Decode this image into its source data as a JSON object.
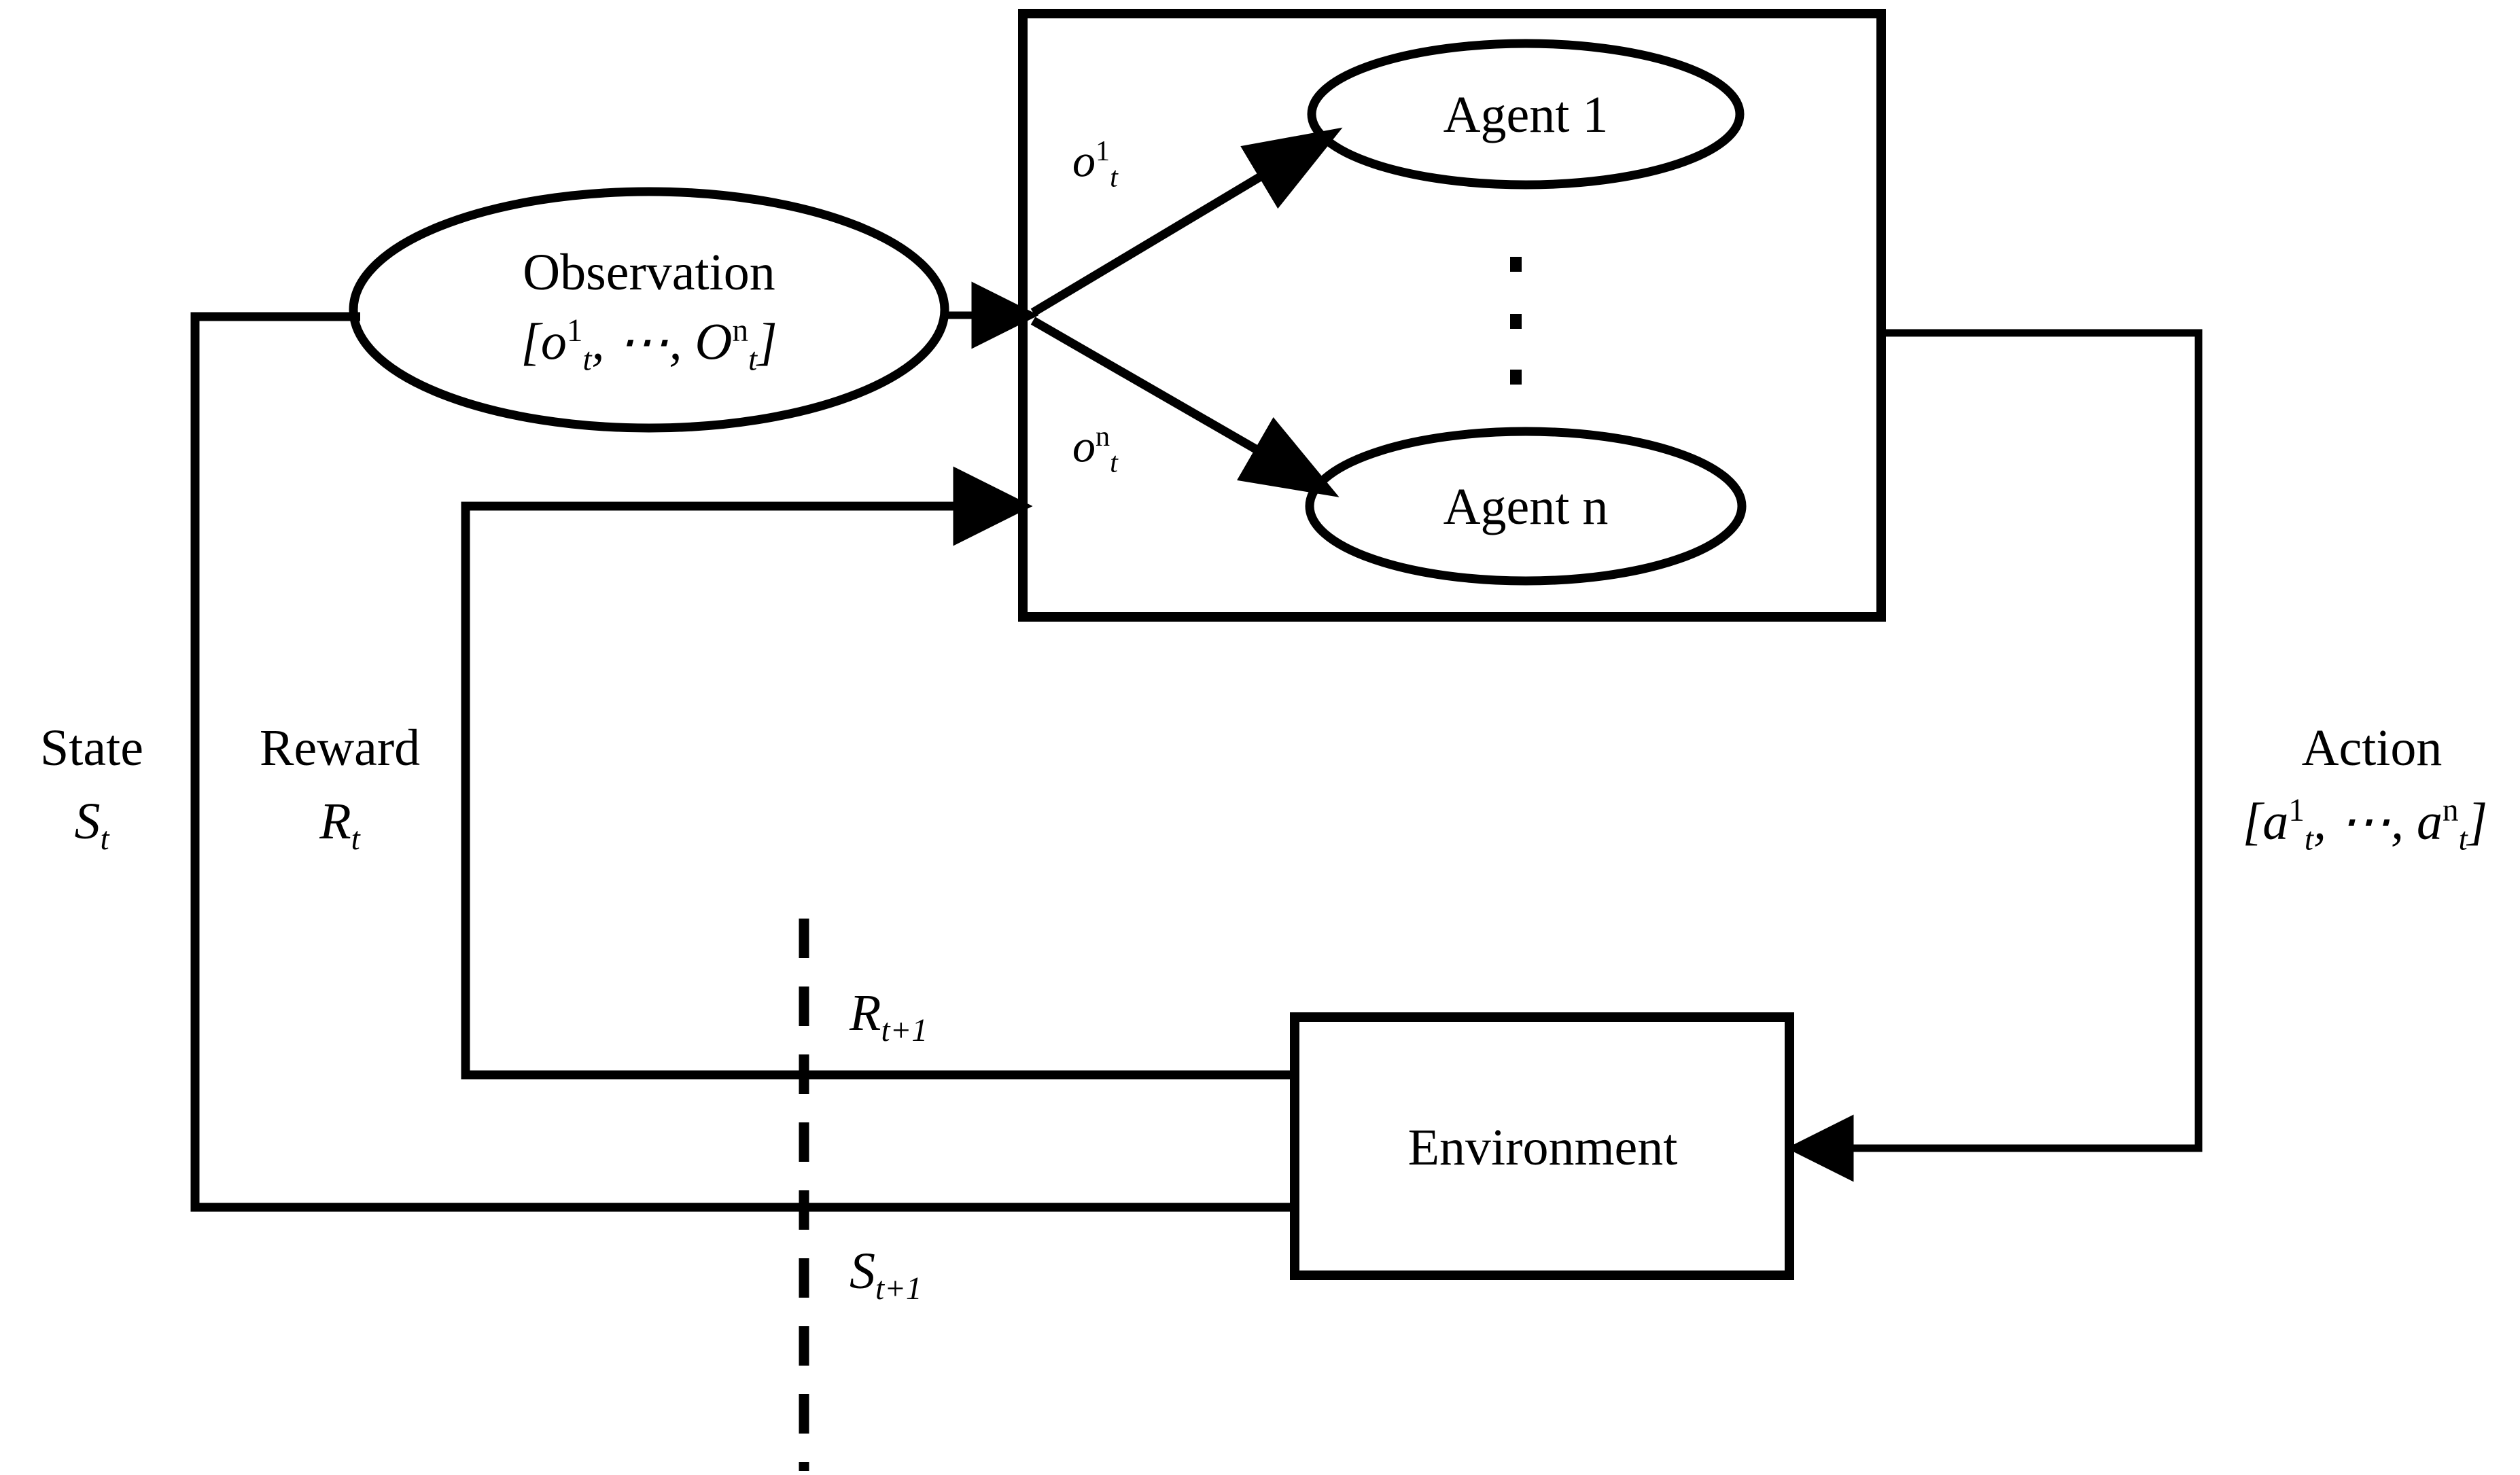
{
  "diagram": {
    "title": "Multi-agent reinforcement learning interaction loop",
    "stroke_color": "#000000",
    "background_color": "#ffffff"
  },
  "nodes": {
    "observation": {
      "label": "Observation",
      "formula_open": "[",
      "formula_o1_base": "o",
      "formula_o1_sup": "1",
      "formula_o1_sub": "t",
      "formula_ellipsis": ", ⋯, ",
      "formula_on_base": "O",
      "formula_on_sup": "n",
      "formula_on_sub": "t",
      "formula_close": "]"
    },
    "agent_1": {
      "label": "Agent 1"
    },
    "agent_n": {
      "label": "Agent n"
    },
    "environment": {
      "label": "Environment"
    },
    "vertical_dots": "⋮"
  },
  "edges": {
    "obs_to_agent1": {
      "base": "o",
      "sup": "1",
      "sub": "t"
    },
    "obs_to_agentn": {
      "base": "o",
      "sup": "n",
      "sub": "t"
    },
    "state": {
      "label": "State",
      "symbol_base": "S",
      "symbol_sub": "t"
    },
    "reward": {
      "label": "Reward",
      "symbol_base": "R",
      "symbol_sub": "t"
    },
    "action": {
      "label": "Action",
      "formula_open": "[",
      "formula_a1_base": "a",
      "formula_a1_sup": "1",
      "formula_a1_sub": "t",
      "formula_ellipsis": ", ⋯, ",
      "formula_an_base": "a",
      "formula_an_sup": "n",
      "formula_an_sub": "t",
      "formula_close": "]"
    },
    "reward_next": {
      "base": "R",
      "sub": "t+1"
    },
    "state_next": {
      "base": "S",
      "sub": "t+1"
    }
  }
}
